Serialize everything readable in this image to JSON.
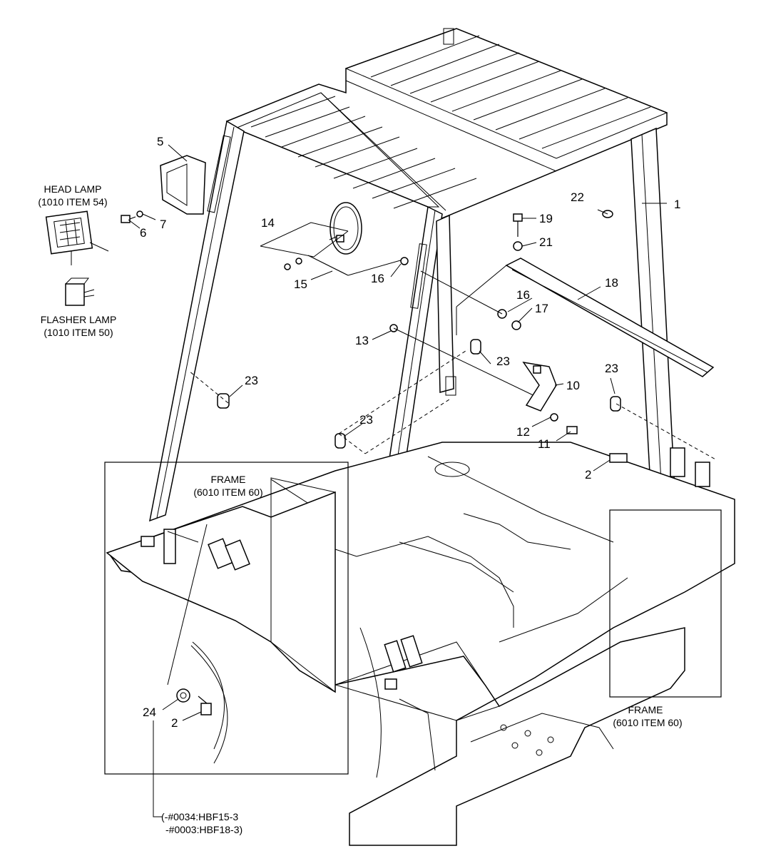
{
  "callouts": {
    "c1": "1",
    "c2a": "2",
    "c2b": "2",
    "c5": "5",
    "c6": "6",
    "c7": "7",
    "c10": "10",
    "c11": "11",
    "c12": "12",
    "c13": "13",
    "c14": "14",
    "c15": "15",
    "c16a": "16",
    "c16b": "16",
    "c17": "17",
    "c18": "18",
    "c19": "19",
    "c21": "21",
    "c22": "22",
    "c23a": "23",
    "c23b": "23",
    "c23c": "23",
    "c24": "24"
  },
  "head_lamp": {
    "title": "HEAD LAMP",
    "ref": "(1010 ITEM 54)"
  },
  "flasher_lamp": {
    "title": "FLASHER LAMP",
    "ref": "(1010 ITEM 50)"
  },
  "frame_left": {
    "title": "FRAME",
    "ref": "(6010 ITEM 60)"
  },
  "frame_right": {
    "title": "FRAME",
    "ref": "(6010 ITEM 60)"
  },
  "serial_note": {
    "line1": "(-#0034:HBF15-3",
    "line2": "-#0003:HBF18-3)"
  }
}
